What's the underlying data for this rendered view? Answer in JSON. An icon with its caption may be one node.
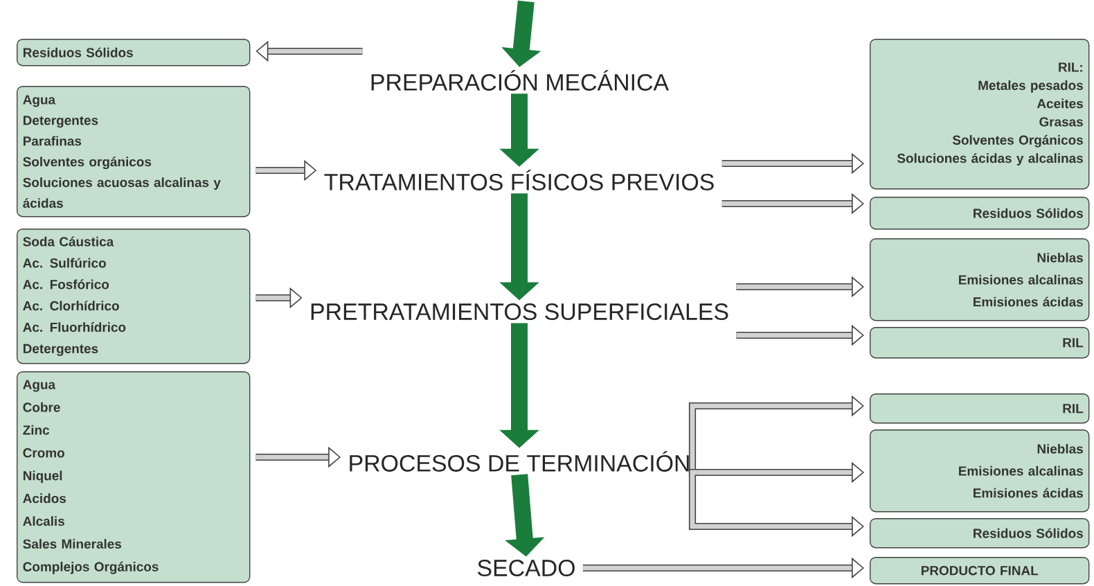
{
  "diagram": {
    "nodes": [
      {
        "text": [
          "Residuos Sólidos"
        ]
      },
      {
        "text": [
          "PREPARACIÓN MECÁNICA"
        ]
      },
      {
        "text": [
          "Agua",
          "Detergentes",
          "Parafinas",
          "Solventes orgánicos",
          "Soluciones acuosas alcalinas y ácidas"
        ]
      },
      {
        "text": [
          "TRATAMIENTOS FÍSICOS PREVIOS"
        ]
      },
      {
        "text": [
          "RIL:",
          "Metales pesados",
          "Aceites",
          "Grasas",
          "Solventes Orgánicos",
          "Soluciones ácidas y alcalinas"
        ]
      },
      {
        "text": [
          "Residuos Sólidos"
        ]
      },
      {
        "text": [
          "Soda Cáustica",
          "Ac. Sulfúrico",
          "Ac. Fosfórico",
          "Ac. Clorhídrico",
          "Ac. Fluorhídrico",
          "Detergentes"
        ]
      },
      {
        "text": [
          "PRETRATAMIENTOS SUPERFICIALES"
        ]
      },
      {
        "text": [
          "Nieblas",
          "Emisiones alcalinas",
          "Emisiones ácidas"
        ]
      },
      {
        "text": [
          "RIL"
        ]
      },
      {
        "text": [
          "Agua",
          "Cobre",
          "Zinc",
          "Cromo",
          "Niquel",
          "Acidos",
          "Alcalis",
          "Sales Minerales",
          "Complejos Orgánicos"
        ]
      },
      {
        "text": [
          "PROCESOS DE TERMINACIÓN"
        ]
      },
      {
        "text": [
          "RIL"
        ]
      },
      {
        "text": [
          "Nieblas",
          "Emisiones alcalinas",
          "Emisiones ácidas"
        ]
      },
      {
        "text": [
          "Residuos Sólidos"
        ]
      },
      {
        "text": [
          "SECADO"
        ]
      },
      {
        "text": [
          "PRODUCTO FINAL"
        ]
      }
    ],
    "edges": [
      {
        "from": null,
        "to": 1,
        "arrow": "to",
        "style": "thick",
        "color": "#1a7d3c"
      },
      {
        "from": 1,
        "to": 0,
        "arrow": "to"
      },
      {
        "from": 1,
        "to": 3,
        "arrow": "to",
        "style": "thick",
        "color": "#1a7d3c"
      },
      {
        "from": 2,
        "to": 3,
        "arrow": "to"
      },
      {
        "from": 3,
        "to": 4,
        "arrow": "to"
      },
      {
        "from": 3,
        "to": 5,
        "arrow": "to"
      },
      {
        "from": 3,
        "to": 7,
        "arrow": "to",
        "style": "thick",
        "color": "#1a7d3c"
      },
      {
        "from": 6,
        "to": 7,
        "arrow": "to"
      },
      {
        "from": 7,
        "to": 8,
        "arrow": "to"
      },
      {
        "from": 7,
        "to": 9,
        "arrow": "to"
      },
      {
        "from": 7,
        "to": 11,
        "arrow": "to",
        "style": "thick",
        "color": "#1a7d3c"
      },
      {
        "from": 10,
        "to": 11,
        "arrow": "to"
      },
      {
        "from": 11,
        "to": 12,
        "arrow": "to"
      },
      {
        "from": 11,
        "to": 13,
        "arrow": "to"
      },
      {
        "from": 11,
        "to": 14,
        "arrow": "to"
      },
      {
        "from": 11,
        "to": 15,
        "arrow": "to",
        "style": "thick",
        "color": "#1a7d3c"
      },
      {
        "from": 15,
        "to": 16,
        "arrow": "to"
      }
    ]
  }
}
